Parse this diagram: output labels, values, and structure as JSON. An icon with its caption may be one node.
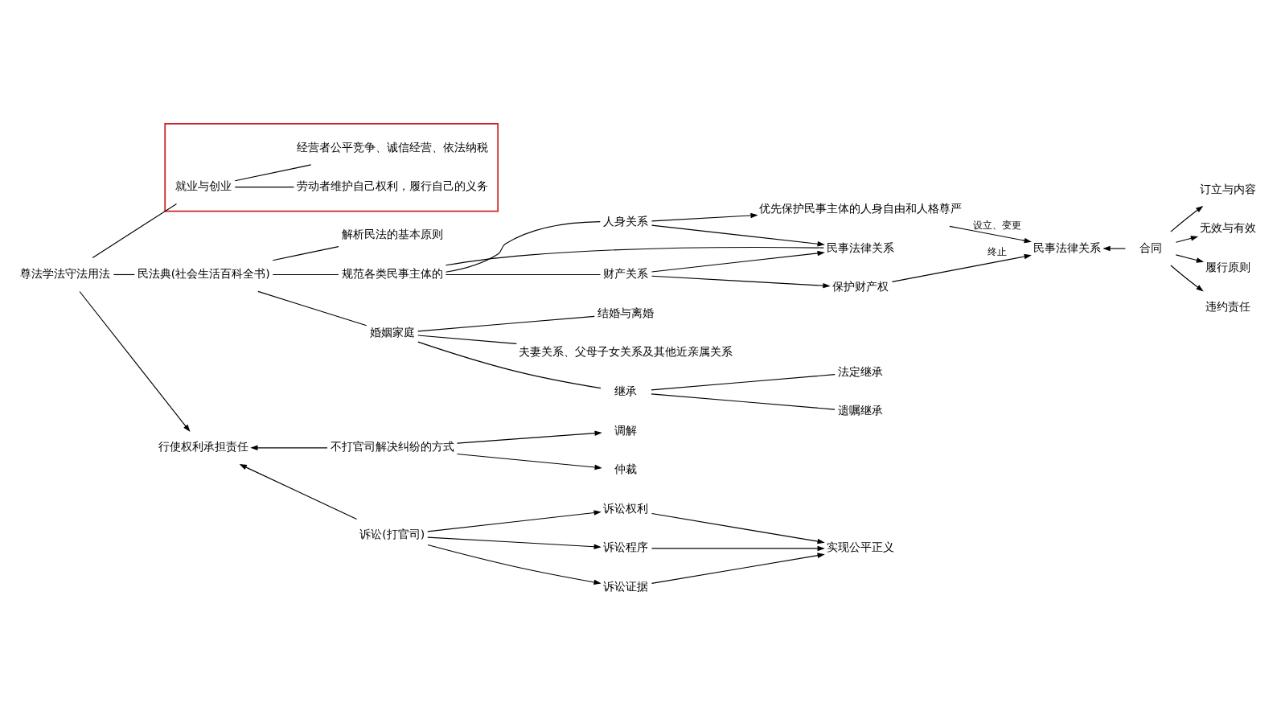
{
  "diagram": {
    "nodes": [
      {
        "text": [
          "尊法学法守法用法"
        ]
      },
      {
        "text": [
          "民法典(社会生活百科全书)"
        ]
      },
      {
        "text": [
          "解析民法的基本原则"
        ]
      },
      {
        "text": [
          "规范各类民事主体的"
        ]
      },
      {
        "text": [
          "人身关系"
        ]
      },
      {
        "text": [
          "民事法律关系"
        ]
      },
      {
        "text": [
          "财产关系"
        ]
      },
      {
        "text": [
          "优先保护民事主体的人身自由和人格尊严"
        ]
      },
      {
        "text": [
          "保护财产权"
        ]
      },
      {
        "text": [
          "民事法律关系"
        ]
      },
      {
        "text": [
          "合同"
        ]
      },
      {
        "text": [
          "订立与内容"
        ]
      },
      {
        "text": [
          "无效与有效"
        ]
      },
      {
        "text": [
          "履行原则"
        ]
      },
      {
        "text": [
          "违约责任"
        ]
      },
      {
        "text": [
          "婚姻家庭"
        ]
      },
      {
        "text": [
          "结婚与离婚"
        ]
      },
      {
        "text": [
          "夫妻关系、父母子女关系及其他近亲属关系"
        ]
      },
      {
        "text": [
          "继承"
        ]
      },
      {
        "text": [
          "法定继承"
        ]
      },
      {
        "text": [
          "遗嘱继承"
        ]
      },
      {
        "text": [],
        "shape": "box"
      },
      {
        "text": [
          "就业与创业"
        ],
        "in": 21
      },
      {
        "text": [
          "劳动者维护自己权利，履行自己的义务"
        ],
        "in": 21
      },
      {
        "text": [
          "经营者公平竞争、诚信经营、依法纳税"
        ],
        "in": 21
      },
      {
        "text": [
          "行使权利承担责任"
        ]
      },
      {
        "text": [
          "不打官司解决纠纷的方式"
        ]
      },
      {
        "text": [
          "调解"
        ]
      },
      {
        "text": [
          "仲裁"
        ]
      },
      {
        "text": [
          "诉讼(打官司)"
        ]
      },
      {
        "text": [
          "诉讼权利"
        ]
      },
      {
        "text": [
          "诉讼程序"
        ]
      },
      {
        "text": [
          "诉讼证据"
        ]
      },
      {
        "text": [
          "实现公平正义"
        ]
      }
    ],
    "edges": [
      {
        "from": 0,
        "to": 1,
        "arrow": "none"
      },
      {
        "from": 0,
        "to": 22,
        "arrow": "none"
      },
      {
        "from": 0,
        "to": 25,
        "arrow": "to"
      },
      {
        "from": 1,
        "to": 2,
        "arrow": "none"
      },
      {
        "from": 1,
        "to": 3,
        "arrow": "none"
      },
      {
        "from": 1,
        "to": 15,
        "arrow": "none"
      },
      {
        "from": 3,
        "to": 4,
        "arrow": "none"
      },
      {
        "from": 3,
        "to": 5,
        "arrow": "none"
      },
      {
        "from": 3,
        "to": 6,
        "arrow": "none"
      },
      {
        "from": 4,
        "to": 5,
        "arrow": "to"
      },
      {
        "from": 6,
        "to": 5,
        "arrow": "to"
      },
      {
        "from": 4,
        "to": 7,
        "arrow": "to"
      },
      {
        "from": 6,
        "to": 8,
        "arrow": "to"
      },
      {
        "from": 7,
        "to": 9,
        "arrow": "to",
        "label": "设立、变更"
      },
      {
        "from": 8,
        "to": 9,
        "arrow": "to",
        "label": "终止"
      },
      {
        "from": 10,
        "to": 9,
        "arrow": "to"
      },
      {
        "from": 10,
        "to": 11,
        "arrow": "to"
      },
      {
        "from": 10,
        "to": 12,
        "arrow": "to"
      },
      {
        "from": 10,
        "to": 13,
        "arrow": "to"
      },
      {
        "from": 10,
        "to": 14,
        "arrow": "to"
      },
      {
        "from": 15,
        "to": 16,
        "arrow": "none"
      },
      {
        "from": 15,
        "to": 17,
        "arrow": "none"
      },
      {
        "from": 15,
        "to": 18,
        "arrow": "none"
      },
      {
        "from": 18,
        "to": 19,
        "arrow": "none"
      },
      {
        "from": 18,
        "to": 20,
        "arrow": "none"
      },
      {
        "from": 22,
        "to": 23,
        "arrow": "none"
      },
      {
        "from": 22,
        "to": 24,
        "arrow": "none"
      },
      {
        "from": 26,
        "to": 25,
        "arrow": "to"
      },
      {
        "from": 29,
        "to": 25,
        "arrow": "to"
      },
      {
        "from": 26,
        "to": 27,
        "arrow": "to"
      },
      {
        "from": 26,
        "to": 28,
        "arrow": "to"
      },
      {
        "from": 29,
        "to": 30,
        "arrow": "to"
      },
      {
        "from": 29,
        "to": 31,
        "arrow": "to"
      },
      {
        "from": 29,
        "to": 32,
        "arrow": "to"
      },
      {
        "from": 30,
        "to": 33,
        "arrow": "to"
      },
      {
        "from": 31,
        "to": 33,
        "arrow": "to"
      },
      {
        "from": 32,
        "to": 33,
        "arrow": "to"
      }
    ]
  }
}
